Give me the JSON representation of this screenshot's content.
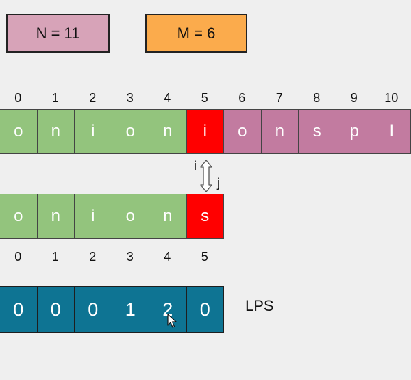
{
  "n_label": "N = 11",
  "m_label": "M = 6",
  "text": {
    "indices": [
      "0",
      "1",
      "2",
      "3",
      "4",
      "5",
      "6",
      "7",
      "8",
      "9",
      "10"
    ],
    "chars": [
      "o",
      "n",
      "i",
      "o",
      "n",
      "i",
      "o",
      "n",
      "s",
      "p",
      "l"
    ],
    "states": [
      "match",
      "match",
      "match",
      "match",
      "match",
      "mismatch",
      "rest",
      "rest",
      "rest",
      "rest",
      "rest"
    ]
  },
  "pattern": {
    "indices": [
      "0",
      "1",
      "2",
      "3",
      "4",
      "5"
    ],
    "chars": [
      "o",
      "n",
      "i",
      "o",
      "n",
      "s"
    ],
    "states": [
      "match",
      "match",
      "match",
      "match",
      "match",
      "mismatch"
    ]
  },
  "lps": {
    "label": "LPS",
    "values": [
      "0",
      "0",
      "0",
      "1",
      "2",
      "0"
    ]
  },
  "pointer_i": "i",
  "pointer_j": "j",
  "colors": {
    "match": "#93c47d",
    "mismatch": "#ff0000",
    "rest": "#c27ba0",
    "lps": "#0e7493",
    "n_box": "#d7a3b8",
    "m_box": "#fbab4c"
  }
}
